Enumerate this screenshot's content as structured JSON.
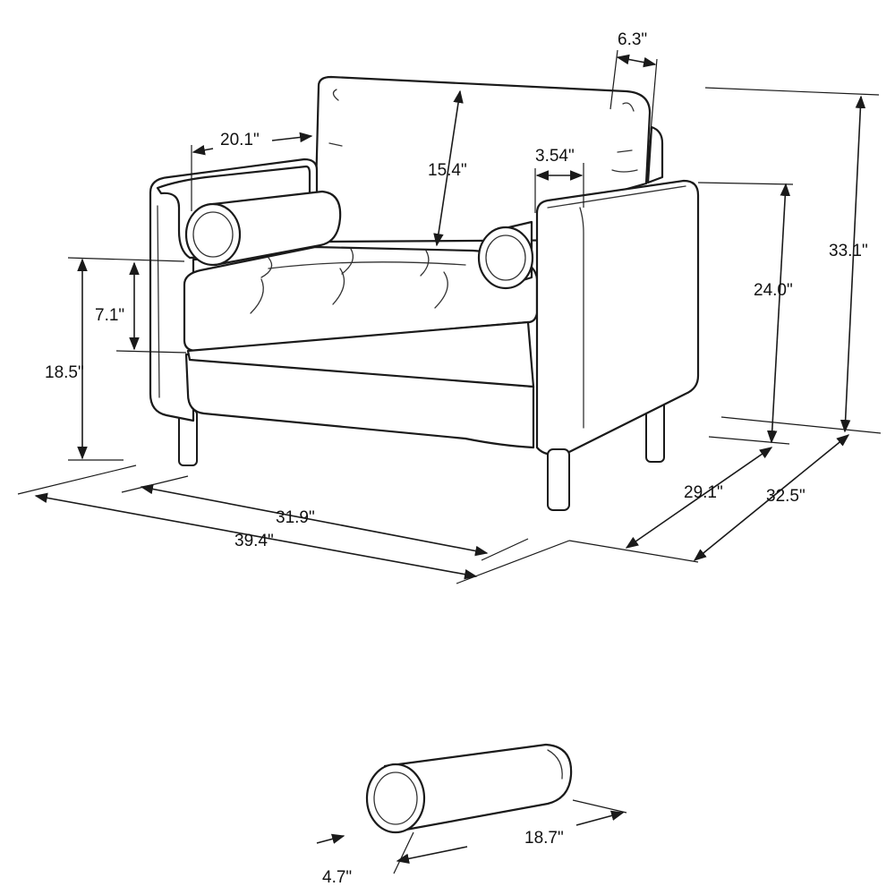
{
  "dimensions": {
    "backrest_depth": "6.3\"",
    "arm_inner_width": "20.1\"",
    "back_height": "15.4\"",
    "arm_width": "3.54\"",
    "overall_height": "33.1\"",
    "arm_height": "24.0\"",
    "cushion_height": "7.1\"",
    "seat_height": "18.5\"",
    "seat_depth": "29.1\"",
    "overall_depth": "32.5\"",
    "seat_width": "31.9\"",
    "overall_width": "39.4\"",
    "pillow_length": "18.7\"",
    "pillow_diameter": "4.7\""
  }
}
